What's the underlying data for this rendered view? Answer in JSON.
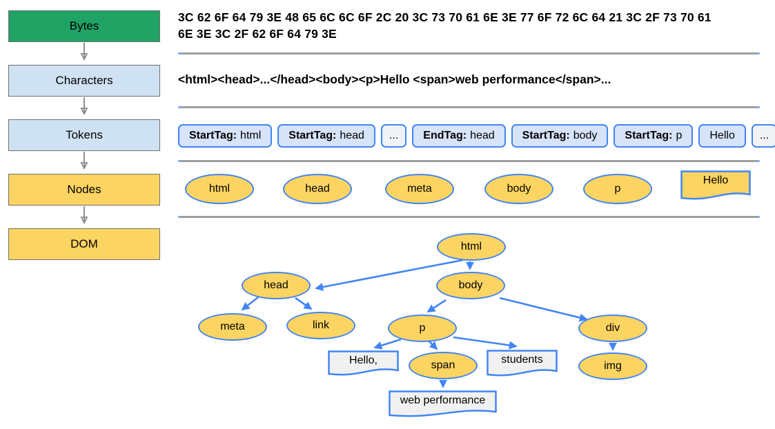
{
  "stages": {
    "items": [
      {
        "label": "Bytes"
      },
      {
        "label": "Characters"
      },
      {
        "label": "Tokens"
      },
      {
        "label": "Nodes"
      },
      {
        "label": "DOM"
      }
    ]
  },
  "bytes_row": {
    "hex_line1": "3C 62 6F 64 79 3E 48 65 6C 6C 6F 2C 20 3C 73 70 61 6E 3E 77 6F 72 6C 64 21 3C 2F 73 70 61",
    "hex_line2": "6E 3E 3C 2F 62 6F 64 79 3E"
  },
  "characters_row": {
    "text": "<html><head>...</head><body><p>Hello <span>web performance</span>..."
  },
  "tokens_row": {
    "items": [
      {
        "type": "StartTag:",
        "value": "html"
      },
      {
        "type": "StartTag:",
        "value": "head"
      },
      {
        "value": "..."
      },
      {
        "type": "EndTag:",
        "value": "head"
      },
      {
        "type": "StartTag:",
        "value": "body"
      },
      {
        "type": "StartTag:",
        "value": "p"
      },
      {
        "value": "Hello"
      },
      {
        "value": "..."
      }
    ]
  },
  "nodes_row": {
    "items": [
      {
        "label": "html"
      },
      {
        "label": "head"
      },
      {
        "label": "meta"
      },
      {
        "label": "body"
      },
      {
        "label": "p"
      }
    ],
    "text_node": {
      "label": "Hello"
    }
  },
  "dom_tree": {
    "nodes": {
      "html": "html",
      "head": "head",
      "body": "body",
      "meta": "meta",
      "link": "link",
      "p": "p",
      "div": "div",
      "span": "span",
      "img": "img",
      "text_hello": "Hello,",
      "text_students": "students",
      "text_webperf": "web performance"
    },
    "edges": [
      [
        "html",
        "head"
      ],
      [
        "html",
        "body"
      ],
      [
        "head",
        "meta"
      ],
      [
        "head",
        "link"
      ],
      [
        "body",
        "p"
      ],
      [
        "body",
        "div"
      ],
      [
        "p",
        "text_hello"
      ],
      [
        "p",
        "span"
      ],
      [
        "p",
        "text_students"
      ],
      [
        "span",
        "text_webperf"
      ],
      [
        "div",
        "img"
      ]
    ]
  },
  "colors": {
    "stage_bytes_green": "#21A366",
    "stage_light_blue": "#CFE2F3",
    "stage_yellow": "#FCD462",
    "token_fill": "#D6E3F8",
    "token_ellipsis_fill": "#F1F3F6",
    "node_border_blue": "#4285F4",
    "text_node_fill": "#F1F1F1",
    "divider_gray": "#9E9E9E",
    "stage_arrow_gray": "#858585"
  }
}
